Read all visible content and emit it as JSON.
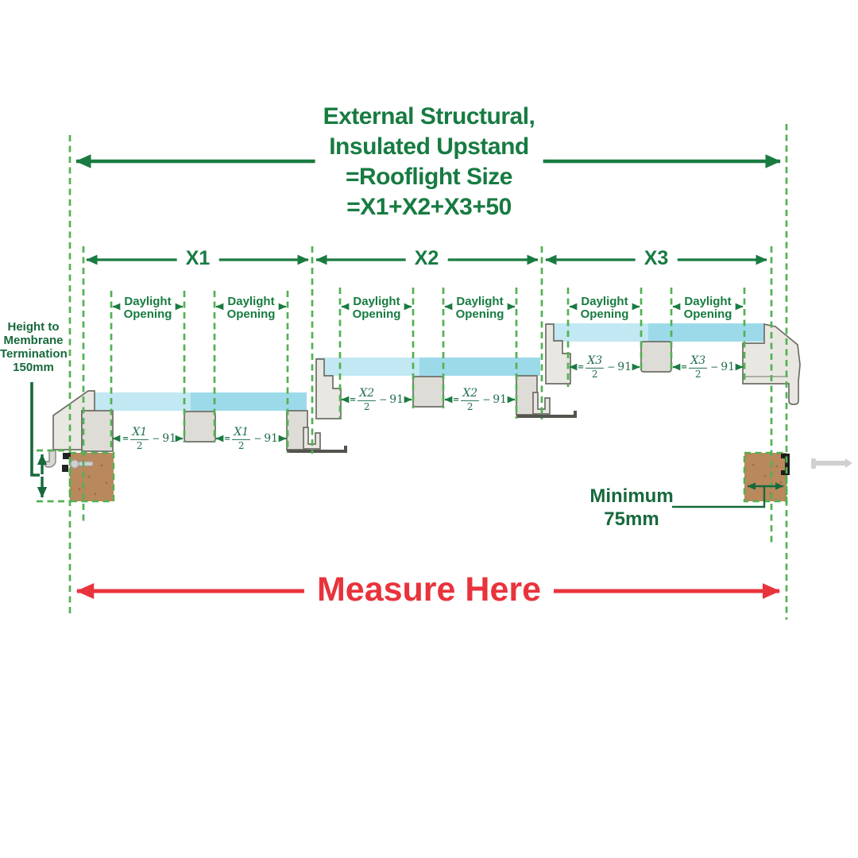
{
  "colors": {
    "label_green": "#177b41",
    "dash_green": "#53b152",
    "arrow_green": "#1a7b41",
    "note_green": "#17693c",
    "formula_green": "#206e4d",
    "red": "#e9333c",
    "glass": "#c1e8f3",
    "glass_dark": "#9cdaea",
    "frame": "#dedcd6",
    "frame_light": "#e9e7e2",
    "frame_stroke": "#6d6d66",
    "brown": "#b9885c",
    "base_dark": "#54544e"
  },
  "title": {
    "lines": [
      "External Structural,",
      "Insulated Upstand",
      "=Rooflight Size",
      "=X1+X2+X3+50"
    ]
  },
  "spans": {
    "x1": "X1",
    "x2": "X2",
    "x3": "X3"
  },
  "daylight": {
    "line1": "Daylight",
    "line2": "Opening"
  },
  "formulas": {
    "eq": "=",
    "minus": "−",
    "den": "2",
    "val": "91",
    "x1": "X1",
    "x2": "X2",
    "x3": "X3"
  },
  "left_note": {
    "lines": [
      "Height to",
      "Membrane",
      "Termination",
      "150mm"
    ]
  },
  "minimum": {
    "line1": "Minimum",
    "line2": "75mm"
  },
  "measure": {
    "label": "Measure Here"
  }
}
